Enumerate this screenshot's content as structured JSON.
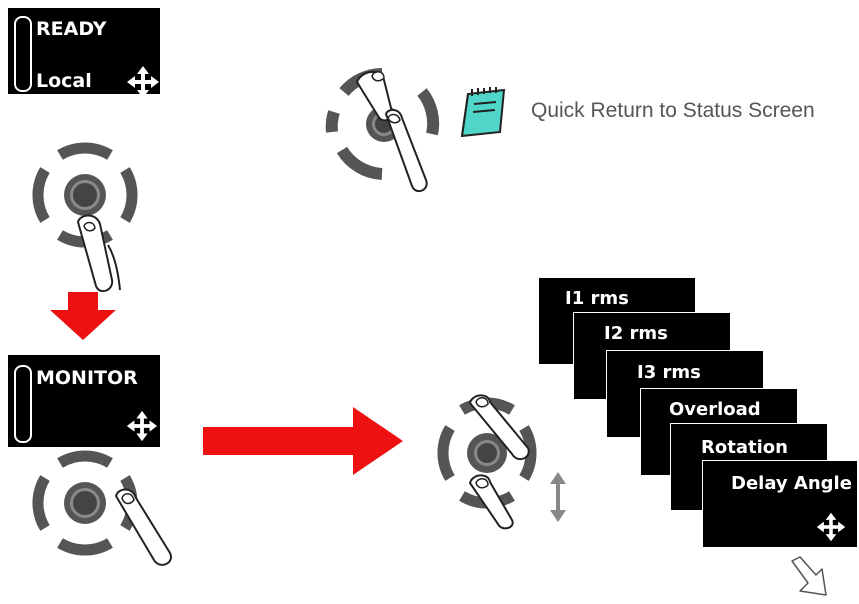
{
  "status_display": {
    "line1": "READY",
    "line2": "Local",
    "nav_icon": "four-way-arrows-icon"
  },
  "monitor_display": {
    "line1": "MONITOR",
    "nav_icon": "four-way-arrows-icon"
  },
  "quick_return": {
    "text": "Quick Return to Status Screen",
    "icon": "notepad-icon"
  },
  "monitor_screens": [
    {
      "label": "I1 rms"
    },
    {
      "label": "I2 rms"
    },
    {
      "label": "I3 rms"
    },
    {
      "label": "Overload"
    },
    {
      "label": "Rotation"
    },
    {
      "label": "Delay Angle"
    }
  ],
  "colors": {
    "arrow_red": "#ee1111",
    "ring_gray": "#555555",
    "lcd_black": "#000000",
    "note_teal": "#4fd6c9"
  },
  "icons": [
    "press-center-button-icon",
    "rotate-ring-icon",
    "up-down-arrow-icon",
    "more-screens-arrow-icon",
    "down-arrow-icon",
    "right-arrow-icon"
  ]
}
